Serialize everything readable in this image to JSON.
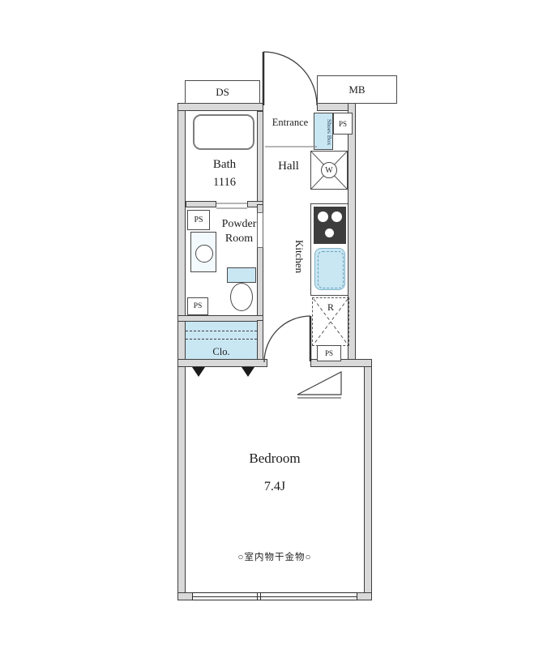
{
  "colors": {
    "wall_fill": "#d9d9d9",
    "wall_edge": "#3f3f3f",
    "fixture_blue": "#c9e6f3",
    "line": "#4a4a4a"
  },
  "exterior": {
    "ds_label": "DS",
    "mb_label": "MB"
  },
  "entrance": {
    "label": "Entrance",
    "shoes_box_label": "Shoes Box",
    "ps_label": "PS"
  },
  "bath": {
    "name": "Bath",
    "size": "1116"
  },
  "hall": {
    "label": "Hall"
  },
  "laundry": {
    "washer_label": "W"
  },
  "powder_room": {
    "name_line1": "Powder",
    "name_line2": "Room",
    "ps_upper_label": "PS",
    "ps_lower_label": "PS"
  },
  "kitchen": {
    "label": "Kitchen",
    "refrigerator_label": "R",
    "ps_label": "PS"
  },
  "closet": {
    "label": "Clo."
  },
  "bedroom": {
    "name": "Bedroom",
    "size": "7.4J",
    "note": "○室内物干金物○"
  }
}
